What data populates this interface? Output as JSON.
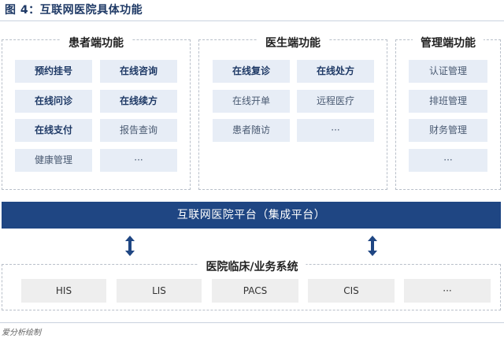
{
  "figure_title": "图 4：互联网医院具体功能",
  "panels": [
    {
      "title": "患者端功能",
      "items": [
        "预约挂号",
        "在线咨询",
        "在线问诊",
        "在线续方",
        "在线支付",
        "报告查询",
        "健康管理",
        "···"
      ]
    },
    {
      "title": "医生端功能",
      "items": [
        "在线复诊",
        "在线处方",
        "在线开单",
        "远程医疗",
        "患者随访",
        "···"
      ]
    },
    {
      "title": "管理端功能",
      "items": [
        "认证管理",
        "排班管理",
        "财务管理",
        "···"
      ]
    }
  ],
  "platform": "互联网医院平台（集成平台）",
  "systems": {
    "title": "医院临床/业务系统",
    "items": [
      "HIS",
      "LIS",
      "PACS",
      "CIS",
      "···"
    ]
  },
  "source": "爱分析绘制",
  "colors": {
    "title_text": "#1f3a66",
    "button_bg": "#e7edf6",
    "platform_bar": "#1f4683",
    "system_button_bg": "#eeeeee"
  },
  "icons": [
    "double-arrow-icon"
  ]
}
